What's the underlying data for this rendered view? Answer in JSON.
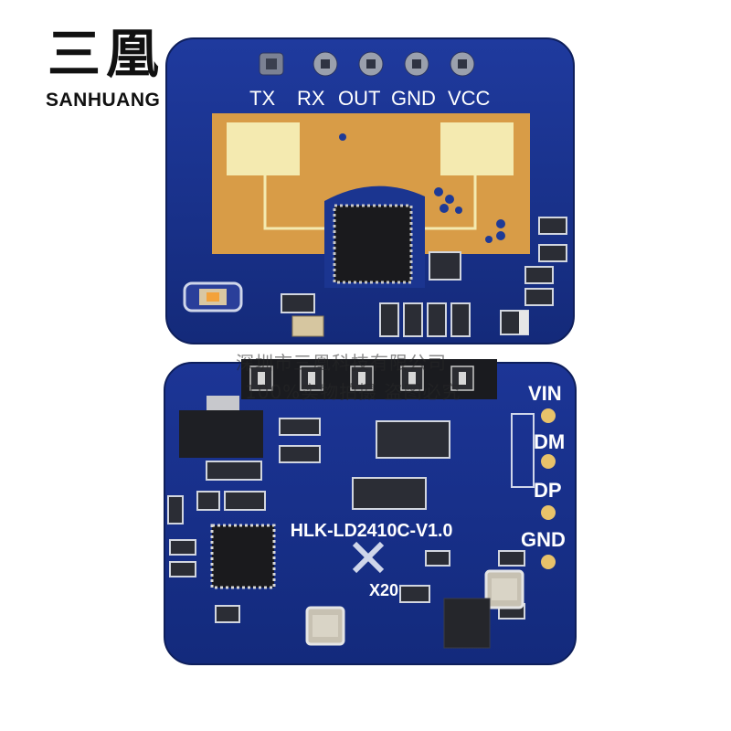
{
  "brand": {
    "chinese_name": "三凰",
    "english_name": "SANHUANG"
  },
  "top_board": {
    "pins": [
      "TX",
      "RX",
      "OUT",
      "GND",
      "VCC"
    ]
  },
  "bottom_board": {
    "model_silkscreen": "HLK-LD2410C-V1.0",
    "pad_labels": [
      "VIN",
      "DM",
      "DP",
      "GND"
    ],
    "chip_marking": "X20"
  },
  "watermark": {
    "line1": "深圳市三凰科技有限公司",
    "line2": "100%实物拍摄 盗图必究"
  }
}
